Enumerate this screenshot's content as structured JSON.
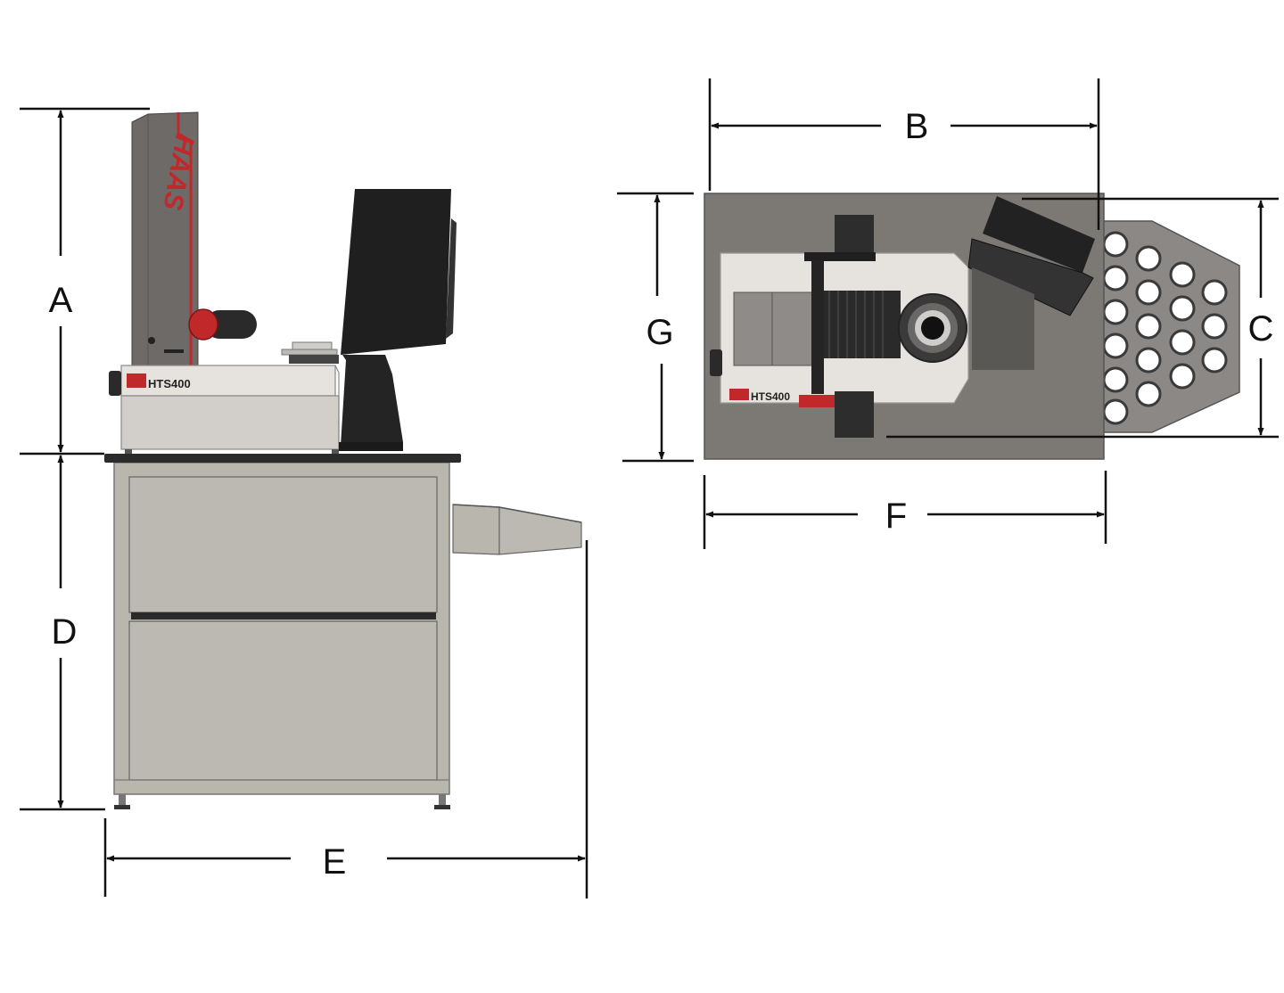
{
  "dimensions": {
    "a": "A",
    "b": "B",
    "c": "C",
    "d": "D",
    "e": "E",
    "f": "F",
    "g": "G"
  },
  "machine": {
    "brand": "HAAS",
    "model_side": "HTS400",
    "model_top": "HTS400"
  },
  "colors": {
    "cabinet": "#b9b6ae",
    "column": "#6d6a68",
    "accent_red": "#c0282a",
    "monitor": "#1f1f1f",
    "table_top": "#2b2b2b",
    "plate": "#7c7874",
    "tray": "#8b8886",
    "base_white": "#e6e3de"
  }
}
